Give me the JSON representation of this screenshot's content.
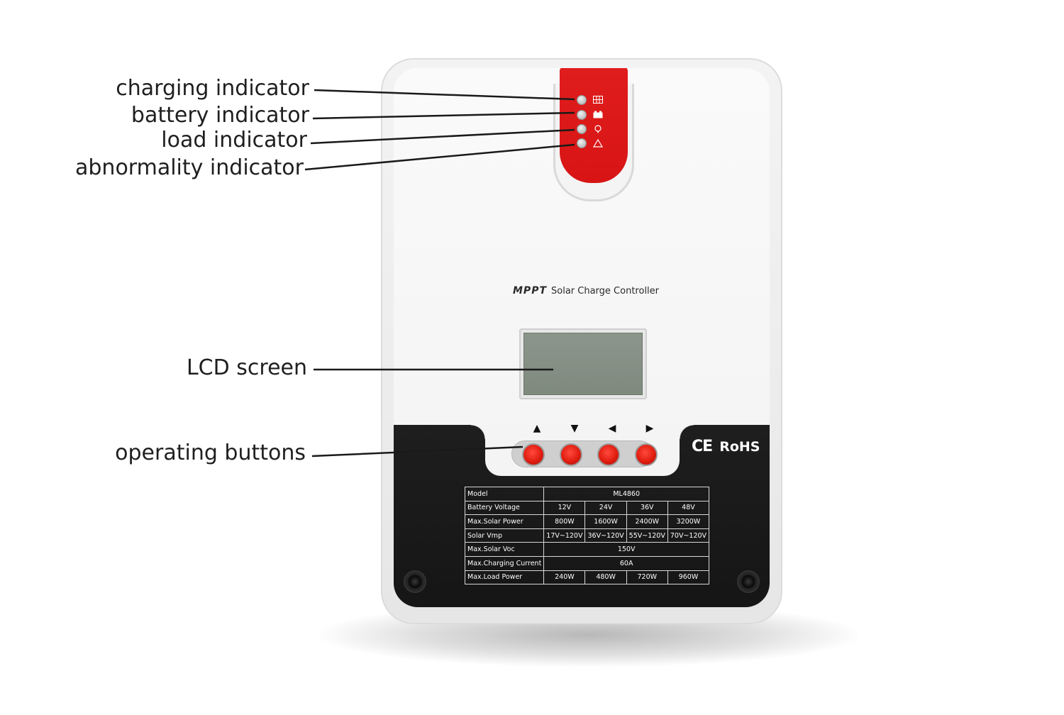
{
  "callouts": {
    "charging": "charging indicator",
    "battery": "battery indicator",
    "load": "load indicator",
    "abnormality": "abnormality indicator",
    "lcd": "LCD screen",
    "buttons": "operating buttons"
  },
  "device": {
    "brand_mppt": "MPPT",
    "brand_name": "Solar Charge Controller",
    "cert_ce": "CE",
    "cert_rohs": "RoHS",
    "button_arrows": [
      "▲",
      "▼",
      "◀",
      "▶"
    ],
    "led_icons": [
      "solar-panel-icon",
      "battery-icon",
      "bulb-icon",
      "warning-icon"
    ],
    "colors": {
      "led_panel": "#d81414",
      "button_red": "#e01d10",
      "lcd": "#858f84",
      "bottom_body": "#161616"
    }
  },
  "spec_table": {
    "model_label": "Model",
    "model_value": "ML4860",
    "battery_voltage": {
      "label": "Battery Voltage",
      "values": [
        "12V",
        "24V",
        "36V",
        "48V"
      ]
    },
    "max_solar_power": {
      "label": "Max.Solar Power",
      "values": [
        "800W",
        "1600W",
        "2400W",
        "3200W"
      ]
    },
    "solar_vmp": {
      "label": "Solar Vmp",
      "values": [
        "17V~120V",
        "36V~120V",
        "55V~120V",
        "70V~120V"
      ]
    },
    "max_solar_voc": {
      "label": "Max.Solar Voc",
      "value": "150V"
    },
    "max_charging_current": {
      "label": "Max.Charging Current",
      "value": "60A"
    },
    "max_load_power": {
      "label": "Max.Load Power",
      "values": [
        "240W",
        "480W",
        "720W",
        "960W"
      ]
    }
  }
}
